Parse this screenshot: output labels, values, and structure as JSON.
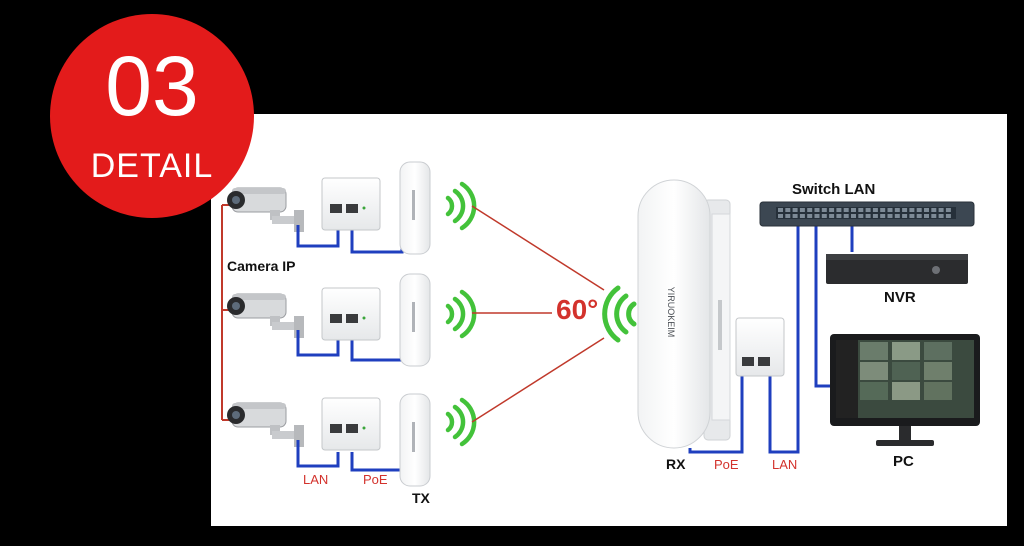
{
  "badge": {
    "number": "03",
    "label": "DETAIL"
  },
  "labels": {
    "camera": "Camera IP",
    "tx": "TX",
    "rx": "RX",
    "switch": "Switch LAN",
    "nvr": "NVR",
    "pc": "PC",
    "lan": "LAN",
    "poe": "PoE",
    "angle": "60°",
    "cpe_brand": "YIRUOKEIM"
  },
  "colors": {
    "accent": "#e31b1b",
    "cable": "#1f3fbf",
    "signal": "#43c23a",
    "beam": "#c0392b"
  }
}
